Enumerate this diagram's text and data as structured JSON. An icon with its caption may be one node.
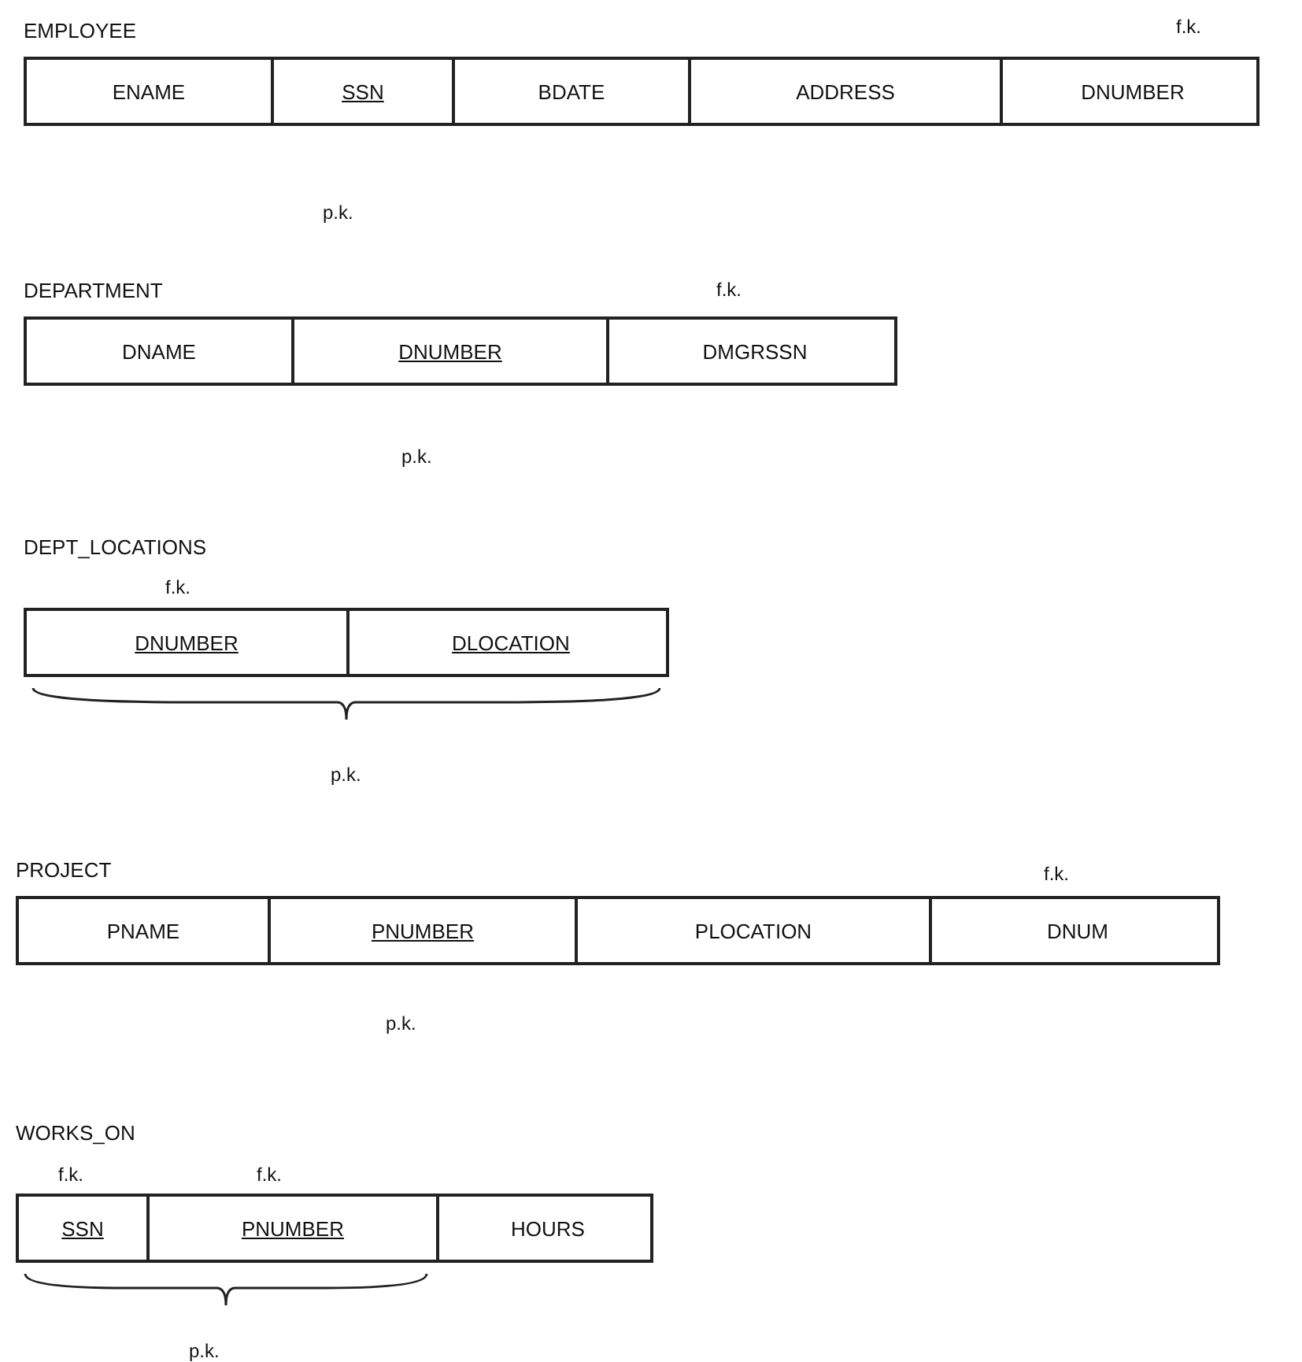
{
  "diagram": {
    "nodes": [
      {
        "text": [
          "EMPLOYEE"
        ]
      },
      {
        "text": [
          "ENAME"
        ],
        "in": 0
      },
      {
        "text": [
          "SSN"
        ],
        "in": 0
      },
      {
        "text": [
          "BDATE"
        ],
        "in": 0
      },
      {
        "text": [
          "ADDRESS"
        ],
        "in": 0
      },
      {
        "text": [
          "DNUMBER"
        ],
        "in": 0
      },
      {
        "text": [
          "DEPARTMENT"
        ]
      },
      {
        "text": [
          "DNAME"
        ],
        "in": 6
      },
      {
        "text": [
          "DNUMBER"
        ],
        "in": 6
      },
      {
        "text": [
          "DMGRSSN"
        ],
        "in": 6
      },
      {
        "text": [
          "DEPT_LOCATIONS"
        ]
      },
      {
        "text": [
          "DNUMBER"
        ],
        "in": 10
      },
      {
        "text": [
          "DLOCATION"
        ],
        "in": 10
      },
      {
        "text": [
          "PROJECT"
        ]
      },
      {
        "text": [
          "PNAME"
        ],
        "in": 13
      },
      {
        "text": [
          "PNUMBER"
        ],
        "in": 13
      },
      {
        "text": [
          "PLOCATION"
        ],
        "in": 13
      },
      {
        "text": [
          "DNUM"
        ],
        "in": 13
      },
      {
        "text": [
          "WORKS_ON"
        ]
      },
      {
        "text": [
          "SSN"
        ],
        "in": 18
      },
      {
        "text": [
          "PNUMBER"
        ],
        "in": 18
      },
      {
        "text": [
          "HOURS"
        ],
        "in": 18
      }
    ],
    "labels": [
      "f.k.",
      "p.k.",
      "f.k.",
      "p.k.",
      "f.k.",
      "p.k.",
      "f.k.",
      "p.k.",
      "f.k.",
      "f.k.",
      "p.k."
    ]
  }
}
